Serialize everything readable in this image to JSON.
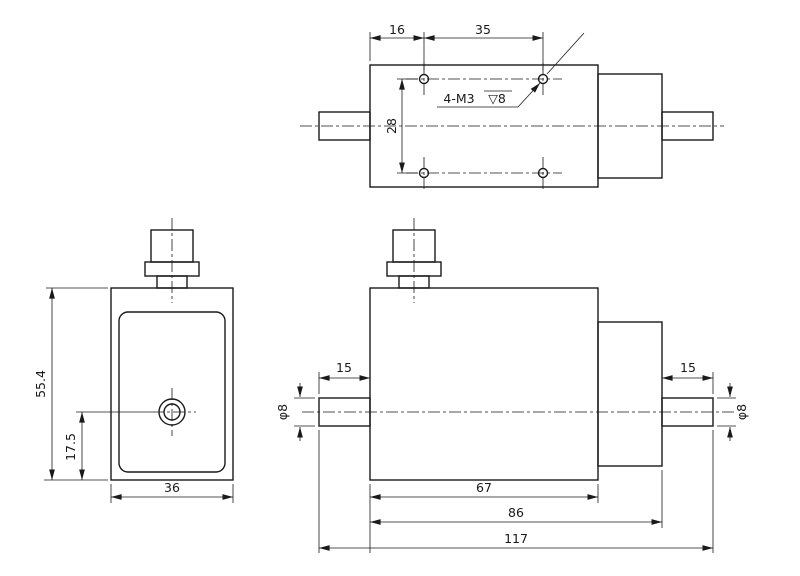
{
  "drawing": {
    "colors": {
      "line": "#1a1a1a",
      "background": "#ffffff"
    },
    "top_view": {
      "dim16": "16",
      "dim35": "35",
      "dim28": "28",
      "thread": "4-M3",
      "depth": "▽8"
    },
    "front_view": {
      "height": "55.4",
      "center_offset": "17.5",
      "width": "36"
    },
    "side_view": {
      "shaft_left_len": "15",
      "shaft_right_len": "15",
      "shaft_left_dia": "φ8",
      "shaft_right_dia": "φ8",
      "body_len": "67",
      "body_flange_len": "86",
      "total_len": "117"
    }
  }
}
